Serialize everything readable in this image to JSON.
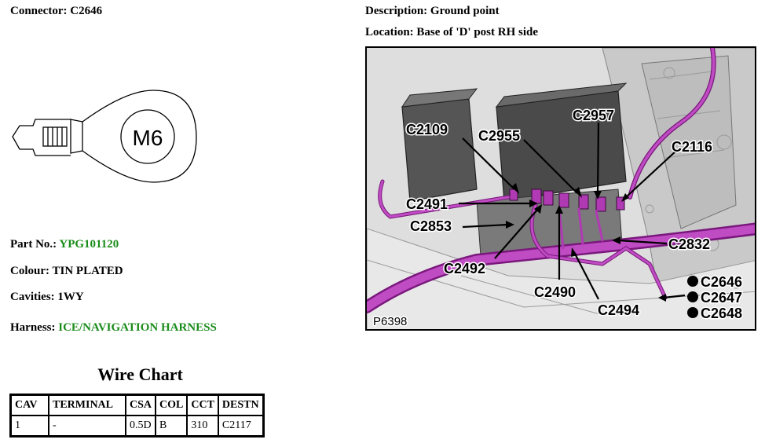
{
  "connector": {
    "label": "Connector:",
    "value": "C2646"
  },
  "part_no": {
    "label": "Part No.:",
    "value": "YPG101120"
  },
  "colour": {
    "label": "Colour:",
    "value": "TIN PLATED"
  },
  "cavities": {
    "label": "Cavities:",
    "value": "1WY"
  },
  "harness": {
    "label": "Harness:",
    "value": "ICE/NAVIGATION HARNESS"
  },
  "description": {
    "label": "Description:",
    "value": "Ground point"
  },
  "location": {
    "label": "Location:",
    "value": "Base of 'D' post RH side"
  },
  "terminal": {
    "stud_label": "M6"
  },
  "wire_chart": {
    "title": "Wire Chart",
    "headers": [
      "CAV",
      "TERMINAL",
      "CSA",
      "COL",
      "CCT",
      "DESTN"
    ],
    "rows": [
      [
        "1",
        "-",
        "0.5D",
        "B",
        "310",
        "C2117"
      ]
    ]
  },
  "photo": {
    "ref": "P6398",
    "callouts": [
      "C2109",
      "C2955",
      "C2957",
      "C2116",
      "C2491",
      "C2853",
      "C2832",
      "C2492",
      "C2490",
      "C2494",
      "C2646",
      "C2647",
      "C2648"
    ]
  },
  "colors": {
    "green_text": "#1a8c1a",
    "harness_magenta": "#a21caf"
  }
}
